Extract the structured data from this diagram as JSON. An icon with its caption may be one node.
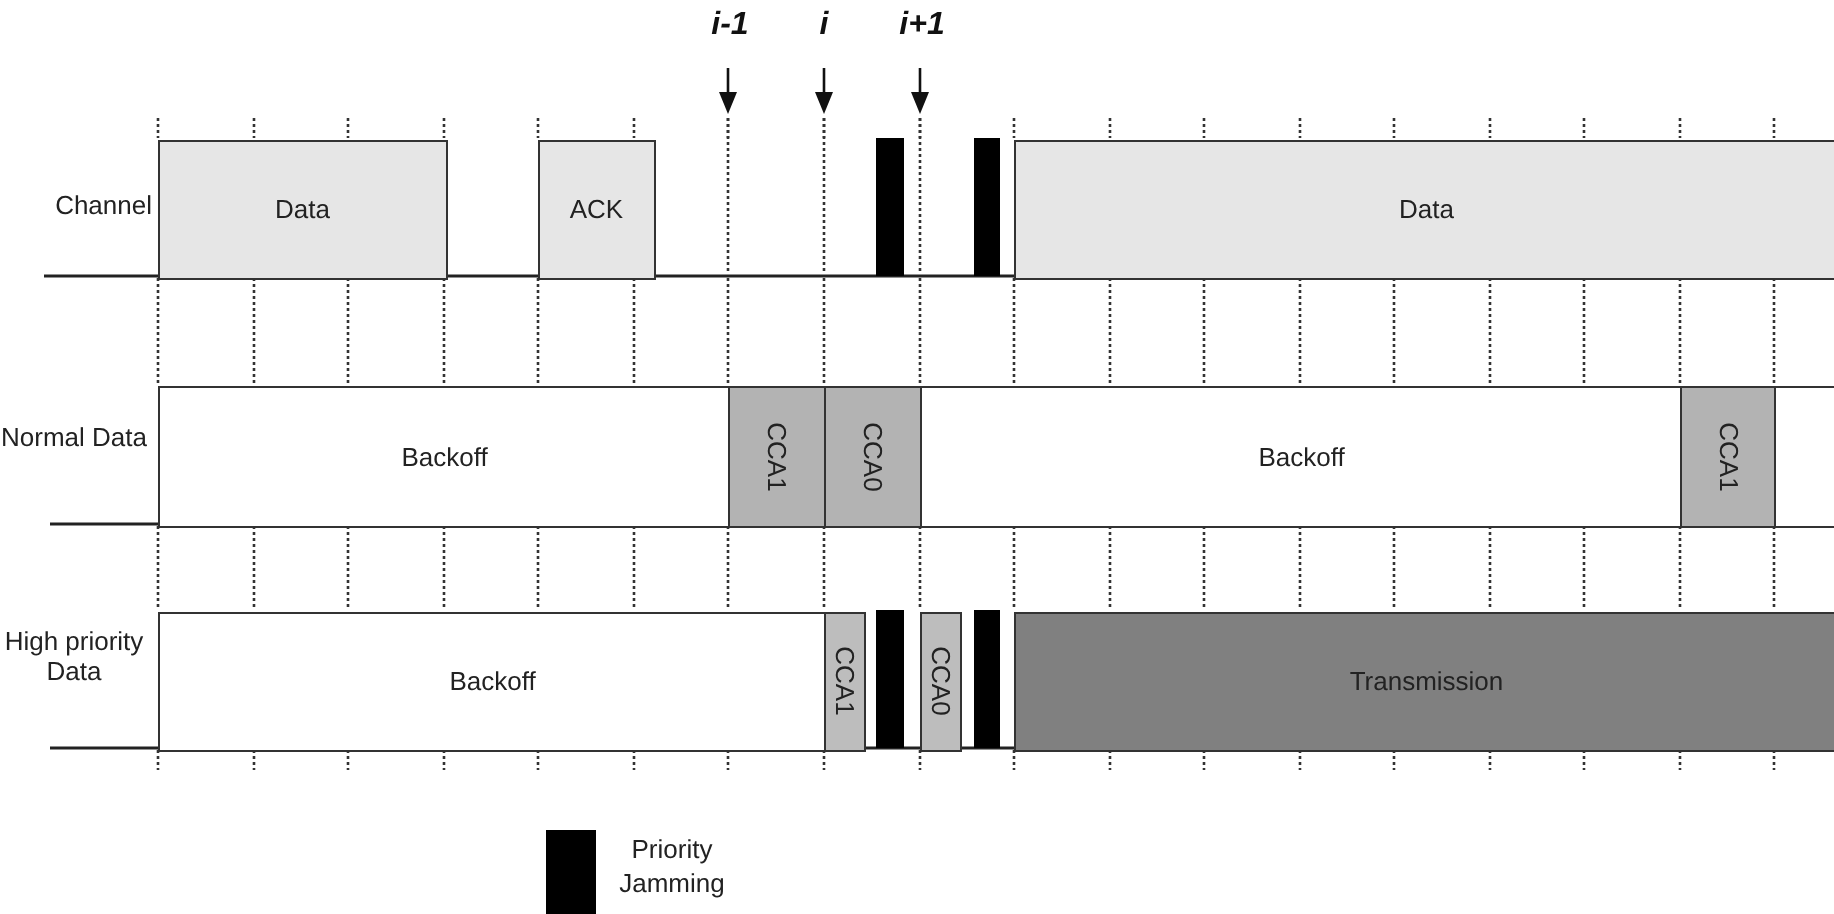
{
  "diagram": {
    "nodes": [
      {
        "text": [
          "Data"
        ]
      },
      {
        "text": [
          "ACK"
        ]
      },
      {
        "text": [],
        "shape": "bar"
      },
      {
        "text": [],
        "shape": "bar"
      },
      {
        "text": [
          "Data"
        ]
      },
      {
        "text": [
          "Backoff"
        ]
      },
      {
        "text": [
          "CCA1"
        ]
      },
      {
        "text": [
          "CCA0"
        ]
      },
      {
        "text": [
          "Backoff"
        ]
      },
      {
        "text": [
          "CCA1"
        ]
      },
      {
        "text": [],
        "shape": "box"
      },
      {
        "text": [
          "Backoff"
        ]
      },
      {
        "text": [
          "CCA1"
        ]
      },
      {
        "text": [],
        "shape": "bar"
      },
      {
        "text": [
          "CCA0"
        ]
      },
      {
        "text": [],
        "shape": "bar"
      },
      {
        "text": [
          "Transmission"
        ]
      }
    ],
    "labels": [
      "i-1",
      "i",
      "i+1",
      "Channel",
      "Normal Data",
      "High priority Data"
    ],
    "legend": [
      {
        "text": "Priority Jamming",
        "color": "#000000"
      }
    ]
  }
}
